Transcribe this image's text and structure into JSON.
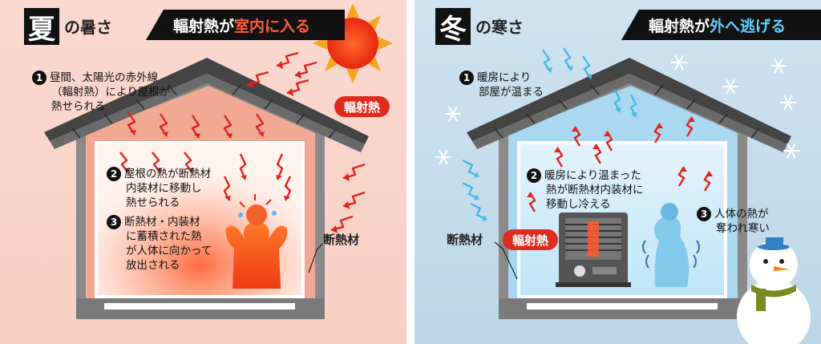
{
  "summer": {
    "season_char": "夏",
    "season_tail": "の暑さ",
    "banner_prefix": "輻射熱が",
    "banner_highlight": "室内に入る",
    "point1_num": "1",
    "point1_lines": [
      "昼間、太陽光の赤外線",
      "（輻射熱）により屋根が",
      "熱せられる"
    ],
    "badge": "輻射熱",
    "point2_num": "2",
    "point2_lines": [
      "屋根の熱が断熱材",
      "内装材に移動し",
      "熱せられる"
    ],
    "point3_num": "3",
    "point3_lines": [
      "断熱材・内装材",
      "に蓄積された熱",
      "が人体に向かって",
      "放出される"
    ],
    "insulation_label": "断熱材",
    "colors": {
      "arrow": "#e0231b",
      "sun": "#f03a12",
      "badge": "#e02b1f"
    }
  },
  "winter": {
    "season_char": "冬",
    "season_tail": "の寒さ",
    "banner_prefix": "輻射熱が",
    "banner_highlight": "外へ逃げる",
    "point1_num": "1",
    "point1_lines": [
      "暖房により",
      "部屋が温まる"
    ],
    "point2_num": "2",
    "point2_lines": [
      "暖房により温まった",
      "熱が断熱材内装材に",
      "移動し冷える"
    ],
    "badge": "輻射熱",
    "point3_num": "3",
    "point3_lines": [
      "人体の熱が",
      "奪われ寒い"
    ],
    "insulation_label": "断熱材",
    "colors": {
      "arrow_blue": "#45b8e8",
      "arrow_red": "#e0231b"
    }
  }
}
